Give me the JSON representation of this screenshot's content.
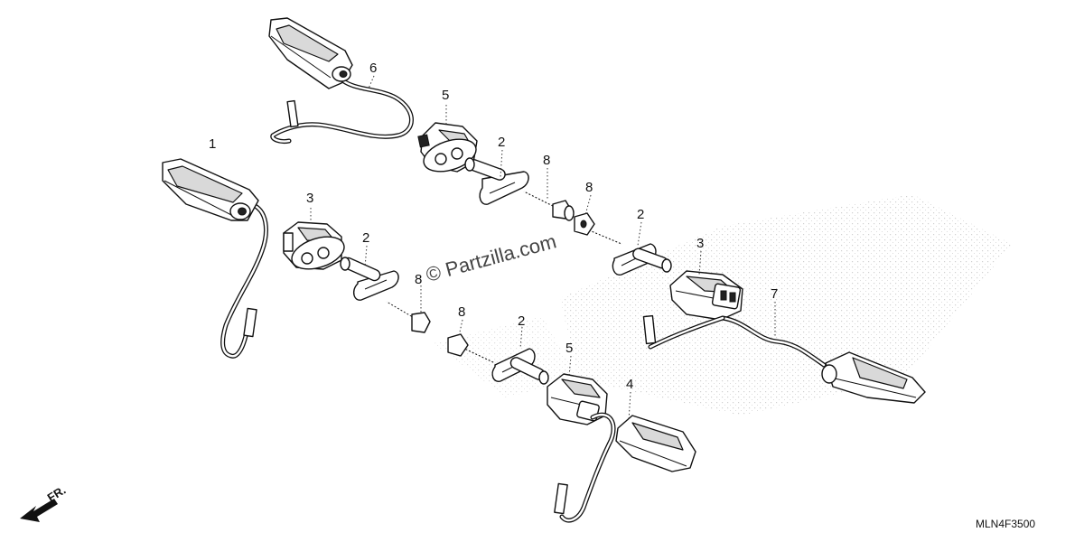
{
  "diagram": {
    "part_labels": {
      "p1": "1",
      "p2a": "2",
      "p2b": "2",
      "p2c": "2",
      "p2d": "2",
      "p3a": "3",
      "p3b": "3",
      "p4": "4",
      "p5a": "5",
      "p5b": "5",
      "p6": "6",
      "p7": "7",
      "p8a": "8",
      "p8b": "8",
      "p8c": "8",
      "p8d": "8"
    },
    "watermark": "© Partzilla.com",
    "drawing_code": "MLN4F3500",
    "front_marker": "FR."
  }
}
